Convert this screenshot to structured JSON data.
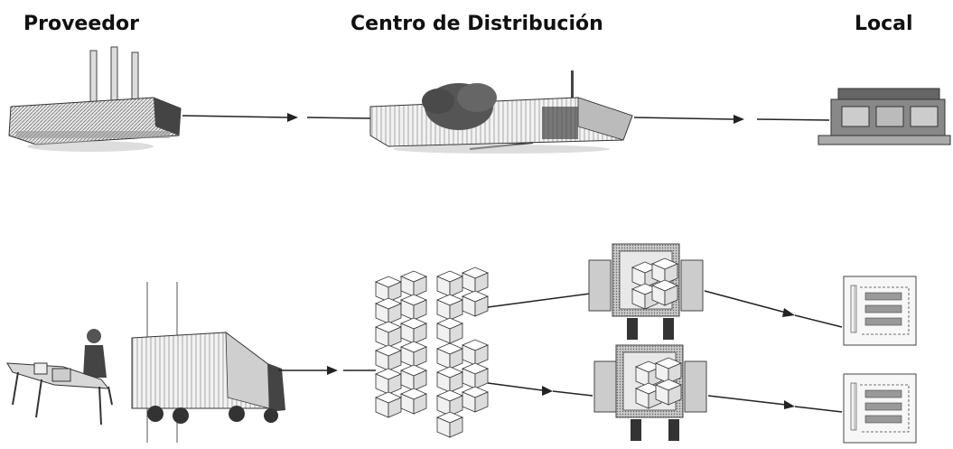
{
  "headers": {
    "supplier": "Proveedor",
    "distribution_center": "Centro de Distribución",
    "store": "Local"
  }
}
